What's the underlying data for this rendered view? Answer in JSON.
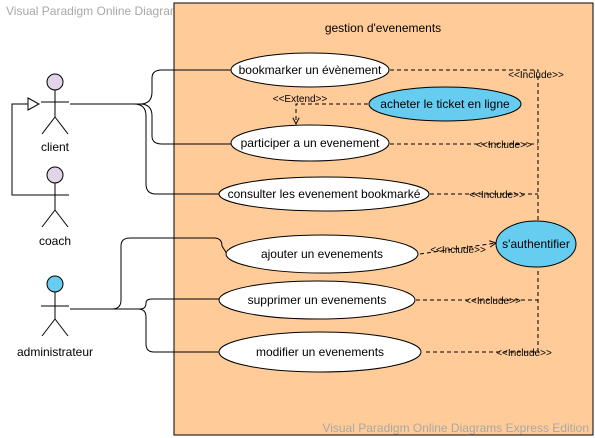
{
  "watermark_text": "Visual Paradigm Online Diagrams Express Edition",
  "system": {
    "title": "gestion d'evenements",
    "fill": "#ffcc99"
  },
  "actors": [
    {
      "id": "client",
      "label": "client",
      "head_fill": "#e1d5e7"
    },
    {
      "id": "coach",
      "label": "coach",
      "head_fill": "#e1d5e7"
    },
    {
      "id": "admin",
      "label": "administrateur",
      "head_fill": "#66ccf0"
    }
  ],
  "use_cases": [
    {
      "id": "uc1",
      "label": "bookmarker un évènement",
      "fill": "#ffffff"
    },
    {
      "id": "uc2",
      "label": "acheter le ticket en ligne",
      "fill": "#66ccf0"
    },
    {
      "id": "uc3",
      "label": "participer a un evenement",
      "fill": "#ffffff"
    },
    {
      "id": "uc4",
      "label": "consulter les evenement bookmarké",
      "fill": "#ffffff"
    },
    {
      "id": "uc5",
      "label": "ajouter un evenements",
      "fill": "#ffffff"
    },
    {
      "id": "uc6",
      "label": "s'authentifier",
      "fill": "#66ccf0"
    },
    {
      "id": "uc7",
      "label": "supprimer un evenements",
      "fill": "#ffffff"
    },
    {
      "id": "uc8",
      "label": "modifier un evenements",
      "fill": "#ffffff"
    }
  ],
  "relations": {
    "include_label": "<<Include>>",
    "extend_label": "<<Extend>>"
  }
}
